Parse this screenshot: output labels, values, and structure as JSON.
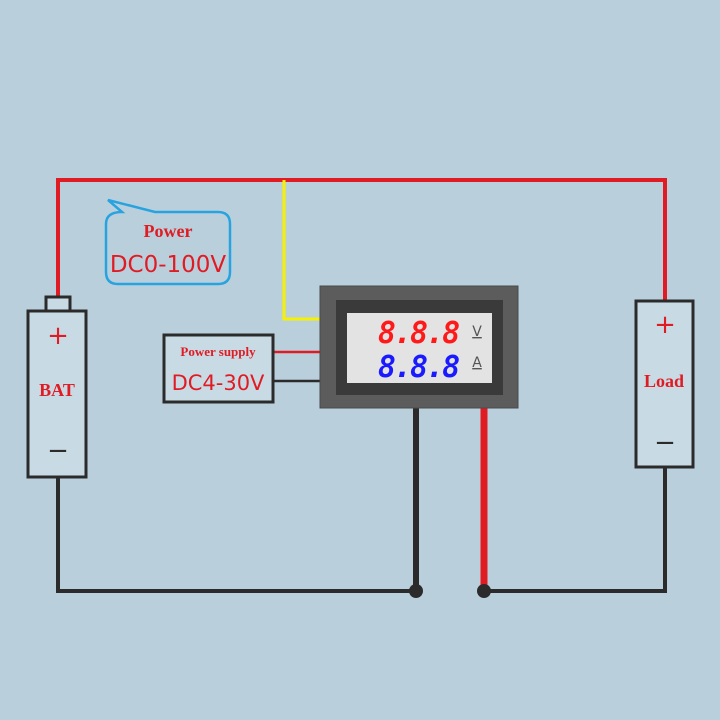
{
  "colors": {
    "background": "#b9d0dc",
    "positive_wire": "#e01b24",
    "negative_wire": "#2b2b2b",
    "signal_wire": "#f7f000",
    "bubble_border": "#29a3e0",
    "label_red": "#e01b24",
    "display_red": "#ff1a1a",
    "display_blue": "#1a1aff"
  },
  "bubble": {
    "title": "Power",
    "range": "DC0-100V"
  },
  "battery": {
    "plus": "+",
    "label": "BAT",
    "minus": "−"
  },
  "load": {
    "plus": "+",
    "label": "Load",
    "minus": "−"
  },
  "power_supply": {
    "title": "Power supply",
    "range": "DC4-30V"
  },
  "meter": {
    "voltage_reading": "8.8.8",
    "voltage_unit": "V",
    "current_reading": "8.8.8",
    "current_unit": "A"
  }
}
